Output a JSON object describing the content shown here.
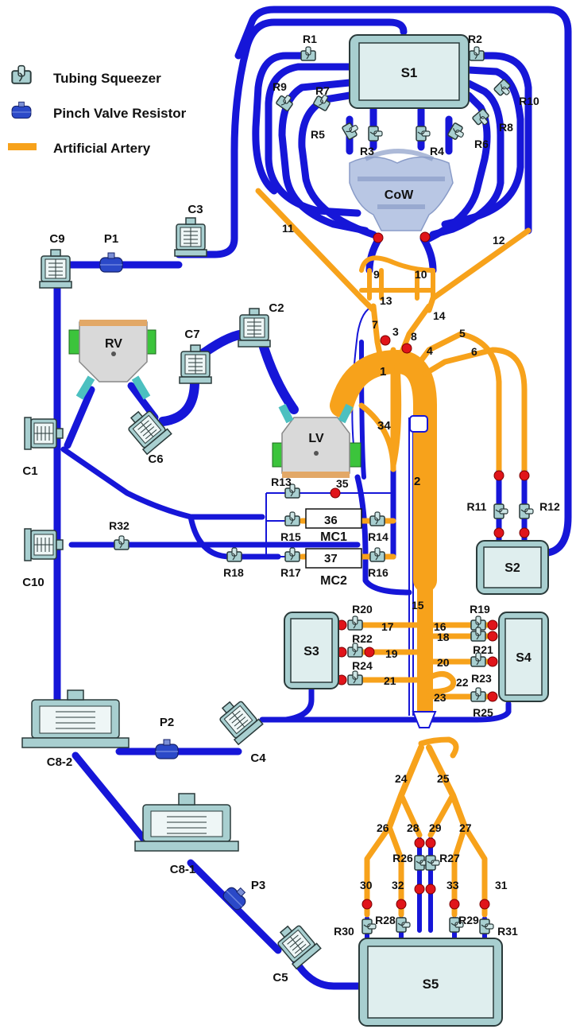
{
  "legend": {
    "squeezer": "Tubing Squeezer",
    "pinch": "Pinch Valve Resistor",
    "artery": "Artificial Artery"
  },
  "chambers": {
    "s1": "S1",
    "s2": "S2",
    "s3": "S3",
    "s4": "S4",
    "s5": "S5",
    "cow": "CoW",
    "rv": "RV",
    "lv": "LV",
    "mc1": "MC1",
    "mc2": "MC2"
  },
  "compliance": {
    "c1": "C1",
    "c2": "C2",
    "c3": "C3",
    "c4": "C4",
    "c5": "C5",
    "c6": "C6",
    "c7": "C7",
    "c8_1": "C8-1",
    "c8_2": "C8-2",
    "c9": "C9",
    "c10": "C10"
  },
  "pinch_valves": {
    "p1": "P1",
    "p2": "P2",
    "p3": "P3"
  },
  "resistors": {
    "r1": "R1",
    "r2": "R2",
    "r3": "R3",
    "r4": "R4",
    "r5": "R5",
    "r6": "R6",
    "r7": "R7",
    "r8": "R8",
    "r9": "R9",
    "r10": "R10",
    "r11": "R11",
    "r12": "R12",
    "r13": "R13",
    "r14": "R14",
    "r15": "R15",
    "r16": "R16",
    "r17": "R17",
    "r18": "R18",
    "r19": "R19",
    "r20": "R20",
    "r21": "R21",
    "r22": "R22",
    "r23": "R23",
    "r24": "R24",
    "r25": "R25",
    "r26": "R26",
    "r27": "R27",
    "r28": "R28",
    "r29": "R29",
    "r30": "R30",
    "r31": "R31",
    "r32": "R32"
  },
  "arteries": {
    "a1": "1",
    "a2": "2",
    "a3": "3",
    "a4": "4",
    "a5": "5",
    "a6": "6",
    "a7": "7",
    "a8": "8",
    "a9": "9",
    "a10": "10",
    "a11": "11",
    "a12": "12",
    "a13": "13",
    "a14": "14",
    "a15": "15",
    "a16": "16",
    "a17": "17",
    "a18": "18",
    "a19": "19",
    "a20": "20",
    "a21": "21",
    "a22": "22",
    "a23": "23",
    "a24": "24",
    "a25": "25",
    "a26": "26",
    "a27": "27",
    "a28": "28",
    "a29": "29",
    "a30": "30",
    "a31": "31",
    "a32": "32",
    "a33": "33",
    "a34": "34",
    "a35": "35",
    "a36": "36",
    "a37": "37"
  },
  "colors": {
    "tubing": "#1616d8",
    "artery": "#f7a21b",
    "sensor": "#e0141a",
    "device": "#a8cfd0"
  }
}
